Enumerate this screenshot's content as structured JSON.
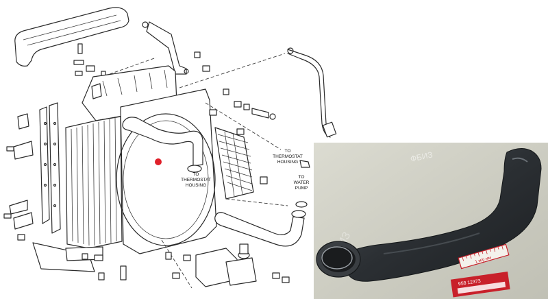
{
  "callouts": {
    "thermostat_housing_right": [
      "TO",
      "THERMOSTAT",
      "HOUSING"
    ],
    "water_pump": [
      "TO",
      "WATER",
      "PUMP"
    ],
    "thermostat_housing_center": [
      "TO",
      "THERMOSTAT",
      "HOUSING"
    ]
  },
  "photo": {
    "watermark": "ФБИЗ",
    "tag_number": "958 12373",
    "ruler_text": "1 м/р мм"
  },
  "colors": {
    "marker": "#e0202a",
    "photo_bg": "#cfcfc4",
    "hose": "#2c3034",
    "tag": "#c8202a"
  }
}
